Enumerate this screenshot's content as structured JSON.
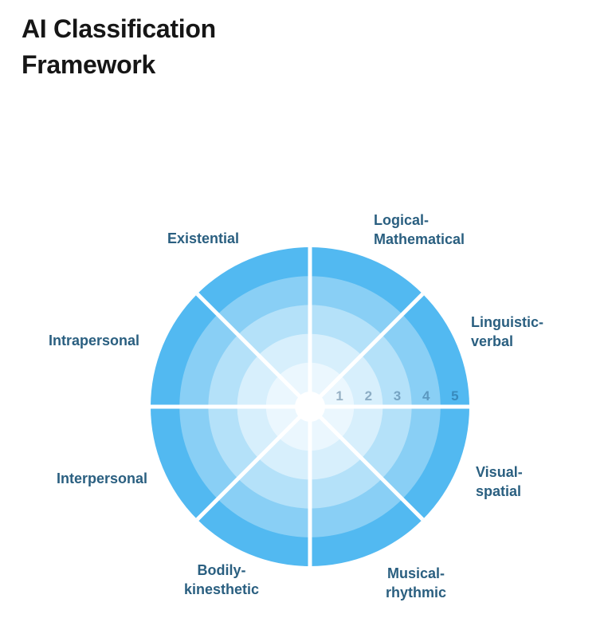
{
  "header": {
    "title": "AI Classification Framework"
  },
  "chart_data": {
    "type": "pie",
    "variant": "segmented-radial-classification-wheel",
    "title": "AI Classification Framework",
    "categories": [
      "Logical-Mathematical",
      "Linguistic-verbal",
      "Visual-spatial",
      "Musical-rhythmic",
      "Bodily-kinesthetic",
      "Interpersonal",
      "Intrapersonal",
      "Existential"
    ],
    "values": [
      5,
      5,
      5,
      5,
      5,
      5,
      5,
      5
    ],
    "segments_count": 8,
    "rings_count": 5,
    "scale": {
      "min": 0,
      "max": 5,
      "ticks": [
        "1",
        "2",
        "3",
        "4",
        "5"
      ]
    },
    "legend": "none",
    "grid": "concentric-rings",
    "ring_colors_inner_to_outer": [
      "#EBF7FE",
      "#D7EFFC",
      "#B4E1F9",
      "#89CFF5",
      "#52B9F1"
    ],
    "hub_color": "#FFFFFF",
    "divider_color": "#FFFFFF",
    "tick_label_color": "rgba(16,64,104,0.38)",
    "label_color": "#2A5F80"
  },
  "wheel_labels": {
    "existential": "Existential",
    "logical_mathematical": "Logical-\nMathematical",
    "linguistic_verbal": "Linguistic-\nverbal",
    "visual_spatial": "Visual-\nspatial",
    "musical_rhythmic": "Musical-\nrhythmic",
    "bodily_kinesthetic": "Bodily-\nkinesthetic",
    "interpersonal": "Interpersonal",
    "intrapersonal": "Intrapersonal"
  }
}
